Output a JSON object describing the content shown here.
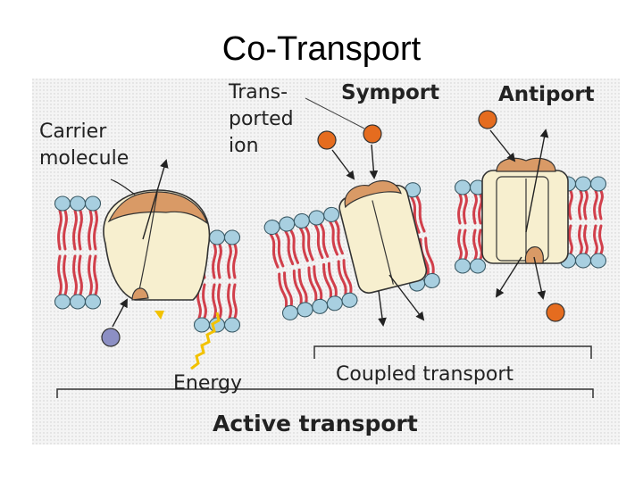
{
  "slide": {
    "title": "Co-Transport"
  },
  "labels": {
    "carrier_line1": "Carrier",
    "carrier_line2": "molecule",
    "trans_line1": "Trans-",
    "trans_line2": "ported",
    "trans_line3": "ion",
    "symport": "Symport",
    "antiport": "Antiport",
    "energy": "Energy",
    "coupled": "Coupled transport",
    "active": "Active transport"
  },
  "colors": {
    "head": "#a8cfe0",
    "tail": "#d13f4b",
    "protein": "#f7efcf",
    "binding_site": "#d99a66",
    "ion": "#e56c1f",
    "molecule": "#8c8fc4",
    "energy": "#f2c200"
  }
}
